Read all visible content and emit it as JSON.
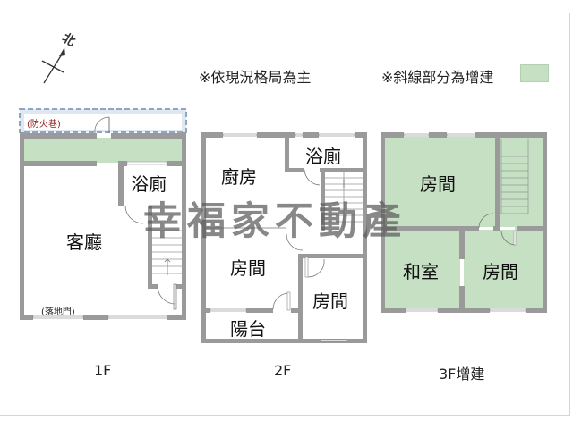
{
  "compass": {
    "label": "北"
  },
  "notes": {
    "layout_note": "※依現況格局為主",
    "extension_note": "※斜線部分為增建",
    "extension_color": "#c6e0c3"
  },
  "floors": [
    {
      "label": "1F",
      "rooms": [
        {
          "name": "客廳"
        },
        {
          "name": "浴廁"
        }
      ],
      "annotations": {
        "fire_lane": "(防火巷)",
        "french_door": "(落地門)"
      }
    },
    {
      "label": "2F",
      "rooms": [
        {
          "name": "廚房"
        },
        {
          "name": "浴廁"
        },
        {
          "name": "房間"
        },
        {
          "name": "房間"
        },
        {
          "name": "陽台"
        }
      ]
    },
    {
      "label": "3F增建",
      "rooms": [
        {
          "name": "房間"
        },
        {
          "name": "和室"
        },
        {
          "name": "房間"
        }
      ]
    }
  ],
  "watermark": "幸福家不動產",
  "colors": {
    "wall": "#9a9a9a",
    "extension_fill": "#c6e0c3",
    "fire_lane_border": "#9db0c8",
    "window": "#ffffff"
  }
}
